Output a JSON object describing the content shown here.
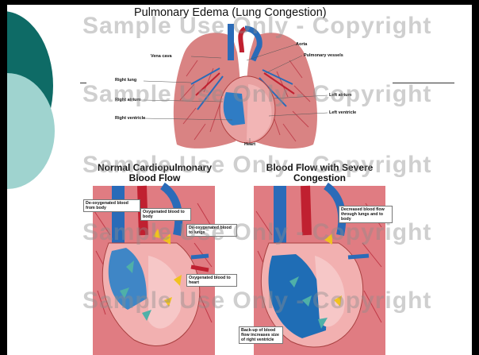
{
  "title": "Pulmonary Edema (Lung Congestion)",
  "watermark": "Sample Use Only - Copyright",
  "labels": [
    "Vena cava",
    "Right lung",
    "Right atrium",
    "Right ventricle",
    "Aorta",
    "Pulmonary vessels",
    "Left atrium",
    "Left ventricle",
    "Heart"
  ],
  "subtitles": [
    "Normal Cardiopulmonary Blood Flow",
    "Blood Flow with Severe Congestion"
  ],
  "panel_notes": [
    "De-oxygenated blood from body",
    "Oxygenated blood to body",
    "De-oxygenated blood to lungs",
    "Oxygenated blood to heart",
    "Decreased blood flow through lungs and to body",
    "Back-up of blood flow increases size of right ventricle"
  ],
  "colors": {
    "slide_bg": "#ffffff",
    "frame": "#000000",
    "circle_dark": "#0e6b66",
    "circle_light": "#9fd3cf",
    "artery": "#c02030",
    "vein": "#2a6bb8"
  }
}
